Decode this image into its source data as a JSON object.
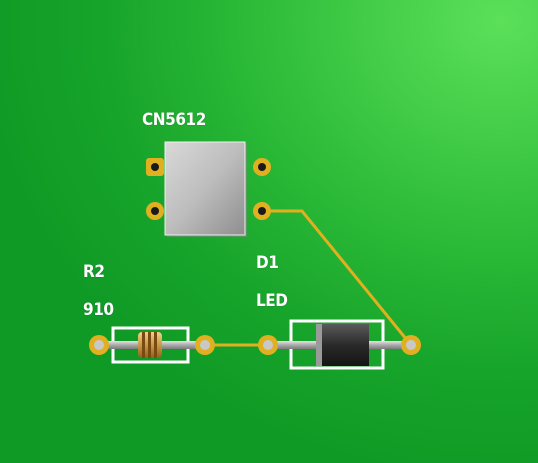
{
  "colors": {
    "board_light": "#5ce05a",
    "board_dark": "#0f9a25",
    "trace": "#e0b020",
    "silkscreen": "#ffffff",
    "pad_copper": "#d9a84a",
    "lead": "#b8b8b8"
  },
  "components": {
    "ic": {
      "label": "CN5612"
    },
    "resistor": {
      "designator": "R2",
      "value": "910"
    },
    "diode": {
      "designator": "D1",
      "value": "LED"
    }
  }
}
